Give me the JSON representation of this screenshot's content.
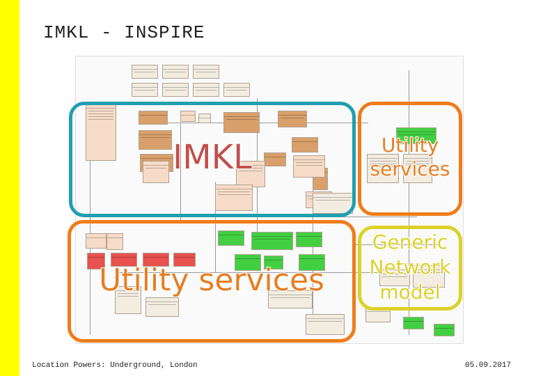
{
  "slide": {
    "title": "IMKL - INSPIRE",
    "footer_left": "Location Powers: Underground, London",
    "footer_right": "05.09.2017"
  },
  "regions": {
    "imkl": {
      "label": "IMKL",
      "border_color": "#1f9fb0",
      "text_color": "#c0504d"
    },
    "utility_services_top": {
      "label_line1": "Utility",
      "label_line2": "services",
      "border_color": "#f07c1a",
      "text_color": "#e67e22"
    },
    "utility_services_main": {
      "label": "Utility services",
      "border_color": "#f07c1a",
      "text_color": "#e67e22"
    },
    "generic_network": {
      "label_line1": "Generic",
      "label_line2": "Network",
      "label_line3": "model",
      "border_color": "#dcd12a",
      "text_color": "#dcd12a"
    }
  },
  "colors": {
    "sidebar": "#ffff00",
    "uml_orange": "#d9a06b",
    "uml_peach": "#f6dcc8",
    "uml_green": "#42d042",
    "uml_red": "#e8524f",
    "uml_beige": "#f3ece0"
  }
}
